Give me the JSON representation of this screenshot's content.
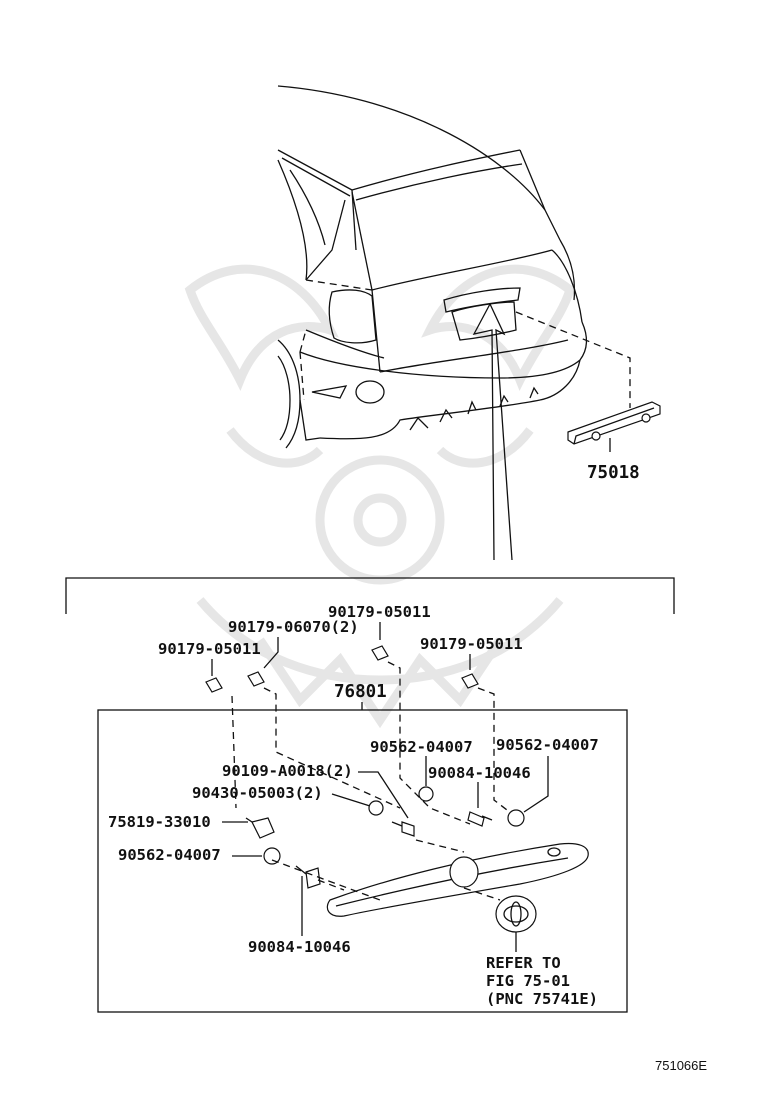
{
  "parts": {
    "lamp": "75018",
    "garnish": "76801",
    "clip_a_top_left": "90179-05011",
    "clip_a_top_mid": "90179-05011",
    "clip_a_top_right": "90179-06070(2)",
    "clip_b_right": "90179-05011",
    "nut_left": "90109-A0018(2)",
    "clip_c": "90430-05003(2)",
    "bracket": "75819-33010",
    "cap_left": "90562-04007",
    "cap_mid": "90562-04007",
    "cap_right": "90562-04007",
    "screw_bottom": "90084-10046",
    "screw_right": "90084-10046"
  },
  "reference": {
    "line1": "REFER TO",
    "line2": "FIG 75-01",
    "line3": "(PNC 75741E)"
  },
  "figure_code": "751066E"
}
